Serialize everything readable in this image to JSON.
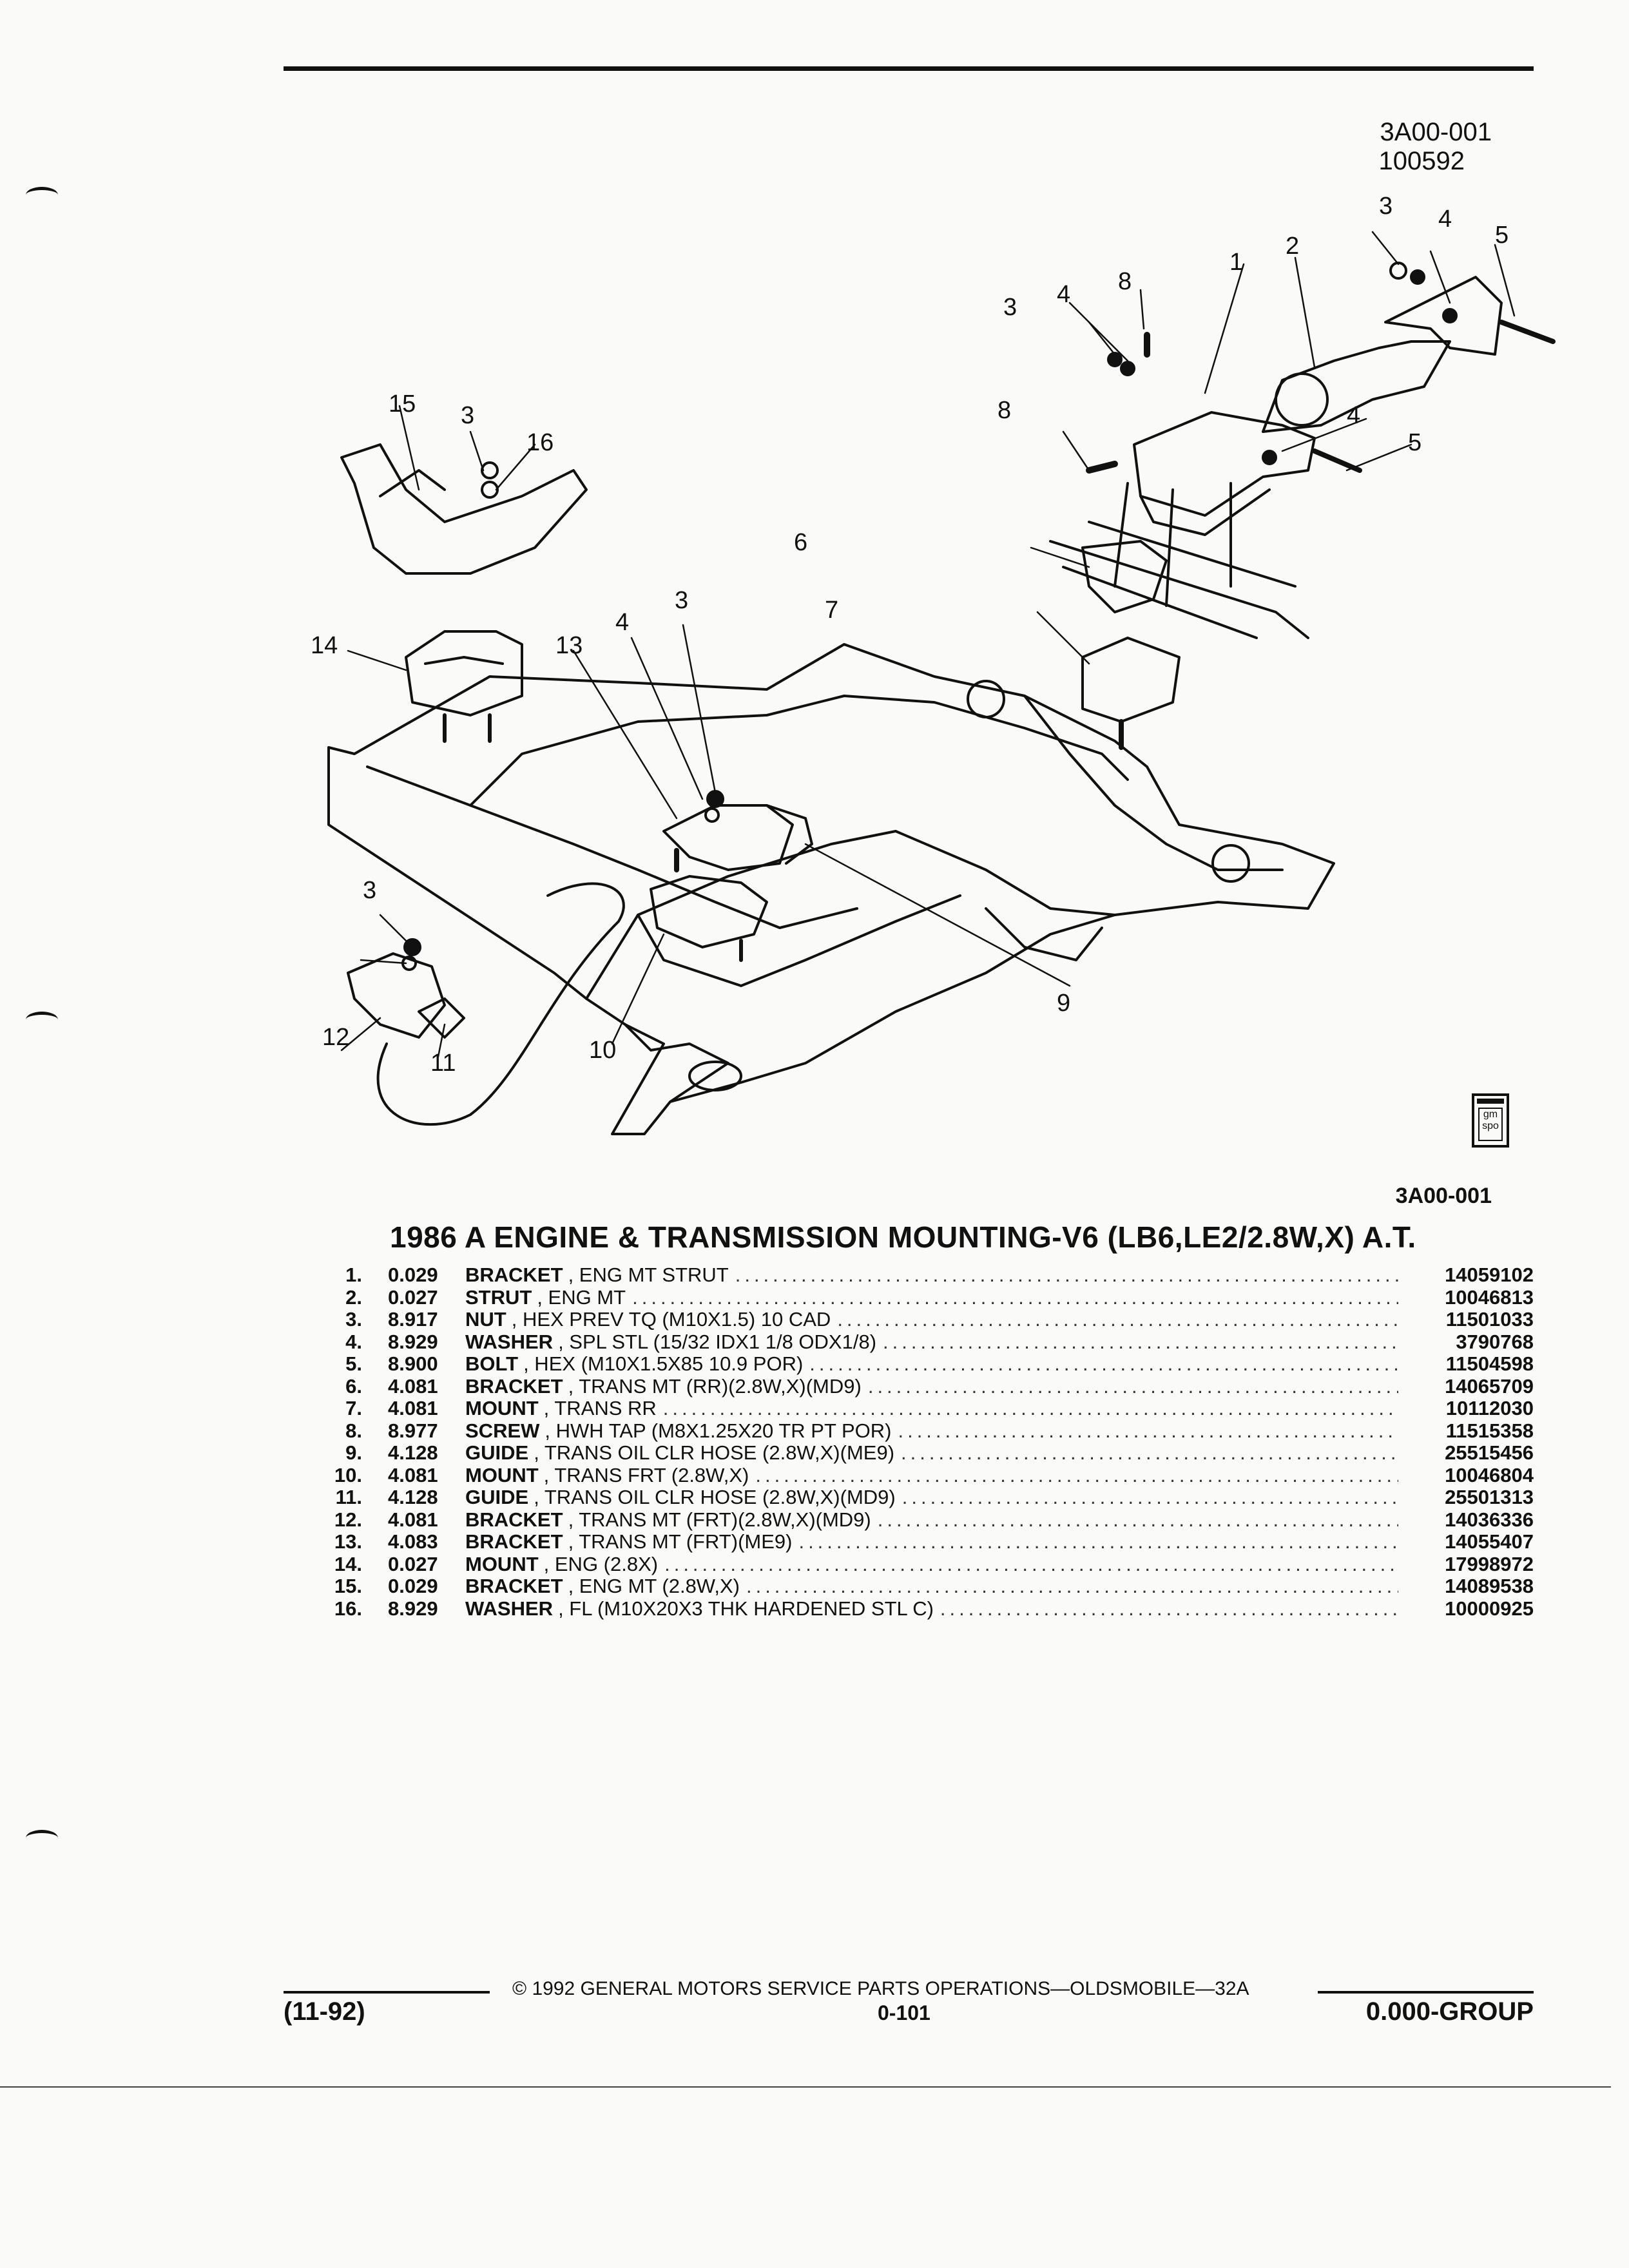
{
  "header": {
    "ref_code": "3A00-001",
    "date_code": "100592"
  },
  "diagram": {
    "callouts": [
      "1",
      "2",
      "3",
      "3",
      "3",
      "3",
      "3",
      "4",
      "4",
      "4",
      "4",
      "5",
      "5",
      "6",
      "7",
      "8",
      "8",
      "9",
      "10",
      "11",
      "12",
      "13",
      "14",
      "15",
      "16"
    ],
    "logo_text": "gm spo"
  },
  "figure_ref": "3A00-001",
  "section": {
    "title": "1986 A ENGINE & TRANSMISSION MOUNTING-V6 (LB6,LE2/2.8W,X) A.T."
  },
  "parts": [
    {
      "num": "1.",
      "qty": "0.029",
      "name": "BRACKET",
      "desc": ", ENG MT STRUT",
      "part": "14059102"
    },
    {
      "num": "2.",
      "qty": "0.027",
      "name": "STRUT",
      "desc": ", ENG MT",
      "part": "10046813"
    },
    {
      "num": "3.",
      "qty": "8.917",
      "name": "NUT",
      "desc": ", HEX PREV TQ (M10X1.5) 10 CAD",
      "part": "11501033"
    },
    {
      "num": "4.",
      "qty": "8.929",
      "name": "WASHER",
      "desc": ", SPL STL (15/32 IDX1 1/8 ODX1/8)",
      "part": "3790768"
    },
    {
      "num": "5.",
      "qty": "8.900",
      "name": "BOLT",
      "desc": ", HEX (M10X1.5X85 10.9 POR)",
      "part": "11504598"
    },
    {
      "num": "6.",
      "qty": "4.081",
      "name": "BRACKET",
      "desc": ", TRANS MT (RR)(2.8W,X)(MD9)",
      "part": "14065709"
    },
    {
      "num": "7.",
      "qty": "4.081",
      "name": "MOUNT",
      "desc": ", TRANS RR",
      "part": "10112030"
    },
    {
      "num": "8.",
      "qty": "8.977",
      "name": "SCREW",
      "desc": ", HWH TAP (M8X1.25X20 TR PT POR)",
      "part": "11515358"
    },
    {
      "num": "9.",
      "qty": "4.128",
      "name": "GUIDE",
      "desc": ", TRANS OIL CLR HOSE (2.8W,X)(ME9)",
      "part": "25515456"
    },
    {
      "num": "10.",
      "qty": "4.081",
      "name": "MOUNT",
      "desc": ", TRANS FRT (2.8W,X)",
      "part": "10046804"
    },
    {
      "num": "11.",
      "qty": "4.128",
      "name": "GUIDE",
      "desc": ", TRANS OIL CLR HOSE (2.8W,X)(MD9)",
      "part": "25501313"
    },
    {
      "num": "12.",
      "qty": "4.081",
      "name": "BRACKET",
      "desc": ", TRANS MT (FRT)(2.8W,X)(MD9)",
      "part": "14036336"
    },
    {
      "num": "13.",
      "qty": "4.083",
      "name": "BRACKET",
      "desc": ", TRANS MT (FRT)(ME9)",
      "part": "14055407"
    },
    {
      "num": "14.",
      "qty": "0.027",
      "name": "MOUNT",
      "desc": ", ENG (2.8X)",
      "part": "17998972"
    },
    {
      "num": "15.",
      "qty": "0.029",
      "name": "BRACKET",
      "desc": ", ENG MT (2.8W,X)",
      "part": "14089538"
    },
    {
      "num": "16.",
      "qty": "8.929",
      "name": "WASHER",
      "desc": ", FL (M10X20X3 THK HARDENED STL C)",
      "part": "10000925"
    }
  ],
  "footer": {
    "copyright": "© 1992 GENERAL MOTORS SERVICE PARTS OPERATIONS—OLDSMOBILE—32A",
    "revision": "(11-92)",
    "page": "0-101",
    "group": "0.000-GROUP"
  }
}
